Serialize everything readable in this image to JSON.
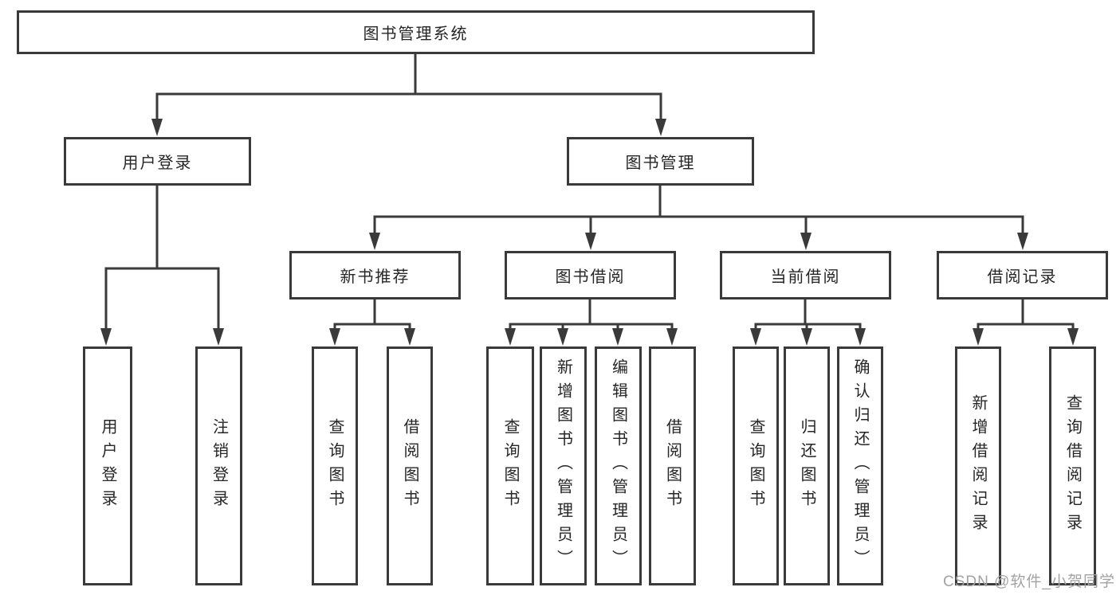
{
  "diagram": {
    "title": "图书管理系统",
    "branches": [
      {
        "label": "用户登录",
        "children": [
          {
            "label": "用户登录"
          },
          {
            "label": "注销登录"
          }
        ]
      },
      {
        "label": "图书管理",
        "children": [
          {
            "label": "新书推荐",
            "children": [
              {
                "label": "查询图书"
              },
              {
                "label": "借阅图书"
              }
            ]
          },
          {
            "label": "图书借阅",
            "children": [
              {
                "label": "查询图书"
              },
              {
                "label": "新增图书（管理员）"
              },
              {
                "label": "编辑图书（管理员）"
              },
              {
                "label": "借阅图书"
              }
            ]
          },
          {
            "label": "当前借阅",
            "children": [
              {
                "label": "查询图书"
              },
              {
                "label": "归还图书"
              },
              {
                "label": "确认归还（管理员）"
              }
            ]
          },
          {
            "label": "借阅记录",
            "children": [
              {
                "label": "新增借阅记录"
              },
              {
                "label": "查询借阅记录"
              }
            ]
          }
        ]
      }
    ]
  },
  "watermark": {
    "text": "CSDN @软件_小贺同学"
  },
  "colors": {
    "line": "#3a3a3a",
    "text": "#262626",
    "background": "#ffffff",
    "watermark": "#a3a3a3"
  }
}
